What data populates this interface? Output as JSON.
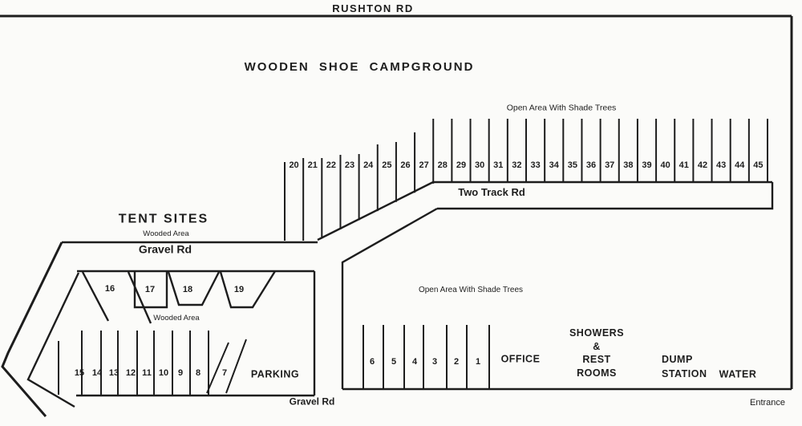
{
  "map": {
    "title": "WOODEN SHOE CAMPGROUND",
    "roads": {
      "rushton": "RUSHTON RD",
      "two_track": "Two Track Rd",
      "gravel_upper": "Gravel Rd",
      "gravel_lower": "Gravel Rd"
    },
    "areas": {
      "tent_sites": "TENT SITES",
      "wooded_upper": "Wooded Area",
      "wooded_lower": "Wooded Area",
      "open_upper": "Open Area With Shade Trees",
      "open_lower": "Open Area With Shade Trees"
    },
    "facilities": {
      "parking": "PARKING",
      "office": "OFFICE",
      "showers_lines": [
        "SHOWERS",
        "&",
        "REST",
        "ROOMS"
      ],
      "dump_lines": [
        "DUMP",
        "STATION"
      ],
      "water": "WATER",
      "entrance": "Entrance"
    },
    "sites": {
      "upper_row": [
        "20",
        "21",
        "22",
        "23",
        "24",
        "25",
        "26",
        "27",
        "28",
        "29",
        "30",
        "31",
        "32",
        "33",
        "34",
        "35",
        "36",
        "37",
        "38",
        "39",
        "40",
        "41",
        "42",
        "43",
        "44",
        "45"
      ],
      "tent_row": [
        "16",
        "17",
        "18",
        "19"
      ],
      "parking_row": [
        "15",
        "14",
        "13",
        "12",
        "11",
        "10",
        "9",
        "8",
        "7"
      ],
      "office_row": [
        "6",
        "5",
        "4",
        "3",
        "2",
        "1"
      ]
    },
    "colors": {
      "ink": "#1d1d1d",
      "paper": "#fbfbf9"
    }
  }
}
